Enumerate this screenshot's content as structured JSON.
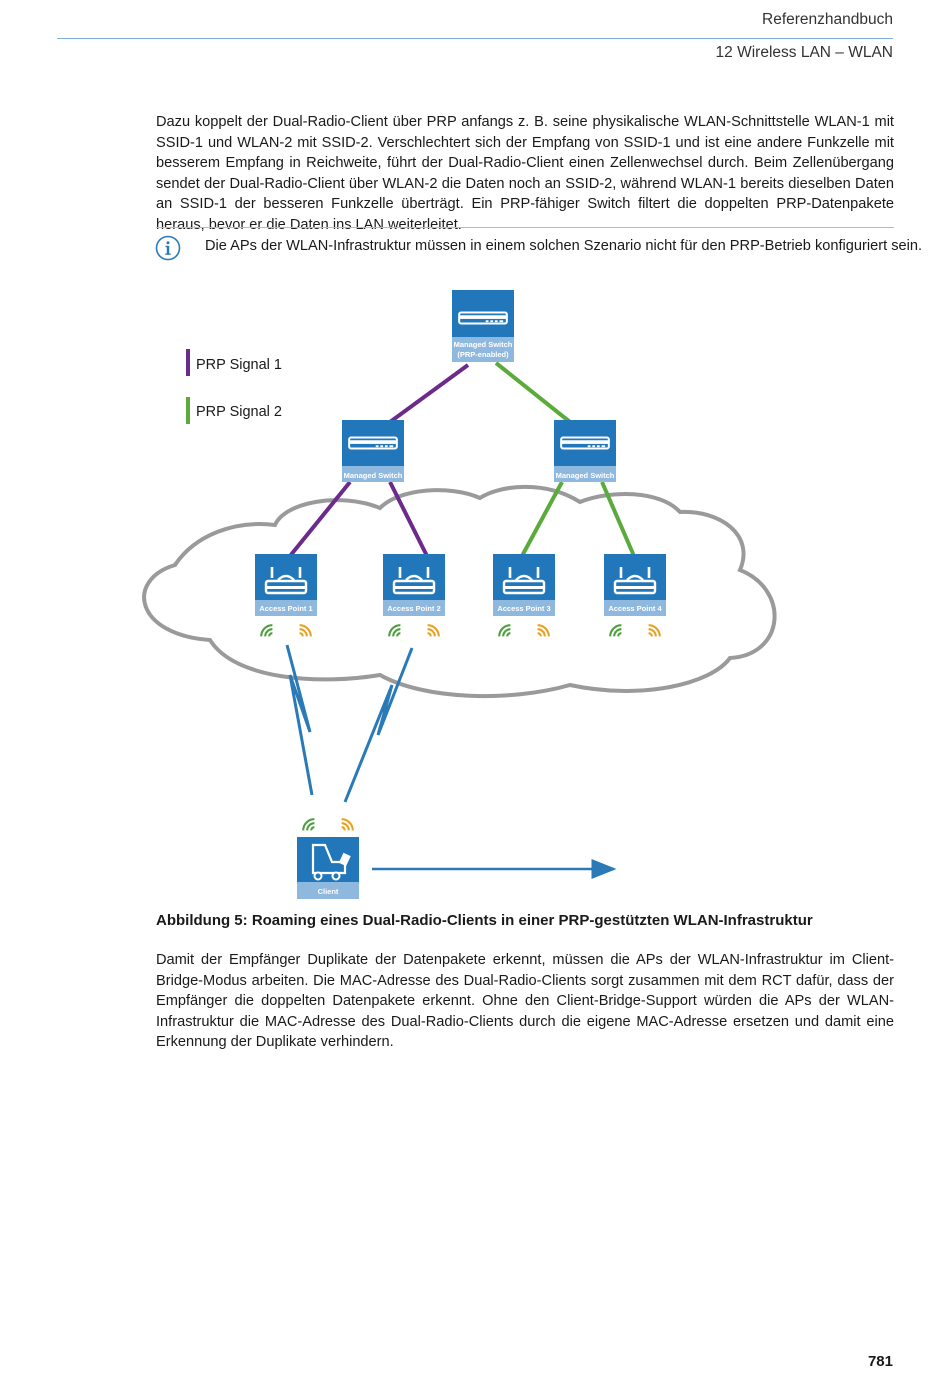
{
  "header": {
    "title": "Referenzhandbuch",
    "chapter": "12 Wireless LAN – WLAN"
  },
  "paragraph1": "Dazu koppelt der Dual-Radio-Client über PRP anfangs z. B. seine physikalische WLAN-Schnittstelle WLAN-1 mit SSID-1 und WLAN-2 mit SSID-2. Verschlechtert sich der Empfang von SSID-1 und ist eine andere Funkzelle mit besserem Empfang in Reichweite, führt der Dual-Radio-Client einen Zellenwechsel durch. Beim Zellenübergang sendet der Dual-Radio-Client über WLAN-2 die Daten noch an SSID-2, während WLAN-1 bereits dieselben Daten an SSID-1 der besseren Funkzelle überträgt. Ein PRP-fähiger Switch filtert die doppelten PRP-Datenpakete heraus, bevor er die Daten ins LAN weiterleitet.",
  "note": {
    "icon": "info-icon",
    "text": "Die APs der WLAN-Infrastruktur müssen in einem solchen Szenario nicht für den PRP-Betrieb konfiguriert sein."
  },
  "figure": {
    "legend": [
      {
        "label": "PRP Signal 1",
        "color": "#6b2a8c"
      },
      {
        "label": "PRP Signal 2",
        "color": "#5aaa3c"
      }
    ],
    "top_switch": {
      "line1": "Managed Switch",
      "line2": "(PRP-enabled)"
    },
    "mid_switches": [
      "Managed Switch",
      "Managed Switch"
    ],
    "access_points": [
      "Access Point 1",
      "Access Point 2",
      "Access Point 3",
      "Access Point 4"
    ],
    "client": "Client",
    "colors": {
      "device_blue": "#2277bb",
      "label_bar": "#8fb8de",
      "cloud": "#9a9a9a",
      "radio_link": "#2a7ab8",
      "wifi_green": "#4aa03a",
      "wifi_orange": "#e8a020"
    }
  },
  "caption": "Abbildung 5: Roaming eines Dual-Radio-Clients in einer PRP-gestützten WLAN-Infrastruktur",
  "paragraph2": "Damit der Empfänger Duplikate der Datenpakete erkennt, müssen die APs der WLAN-Infrastruktur im Client-Bridge-Modus arbeiten. Die MAC-Adresse des Dual-Radio-Clients sorgt zusammen mit dem RCT dafür, dass der Empfänger die doppelten Datenpakete erkennt. Ohne den Client-Bridge-Support würden die APs der WLAN-Infrastruktur die MAC-Adresse des Dual-Radio-Clients durch die eigene MAC-Adresse ersetzen und damit eine Erkennung der Duplikate verhindern.",
  "page_number": "781"
}
